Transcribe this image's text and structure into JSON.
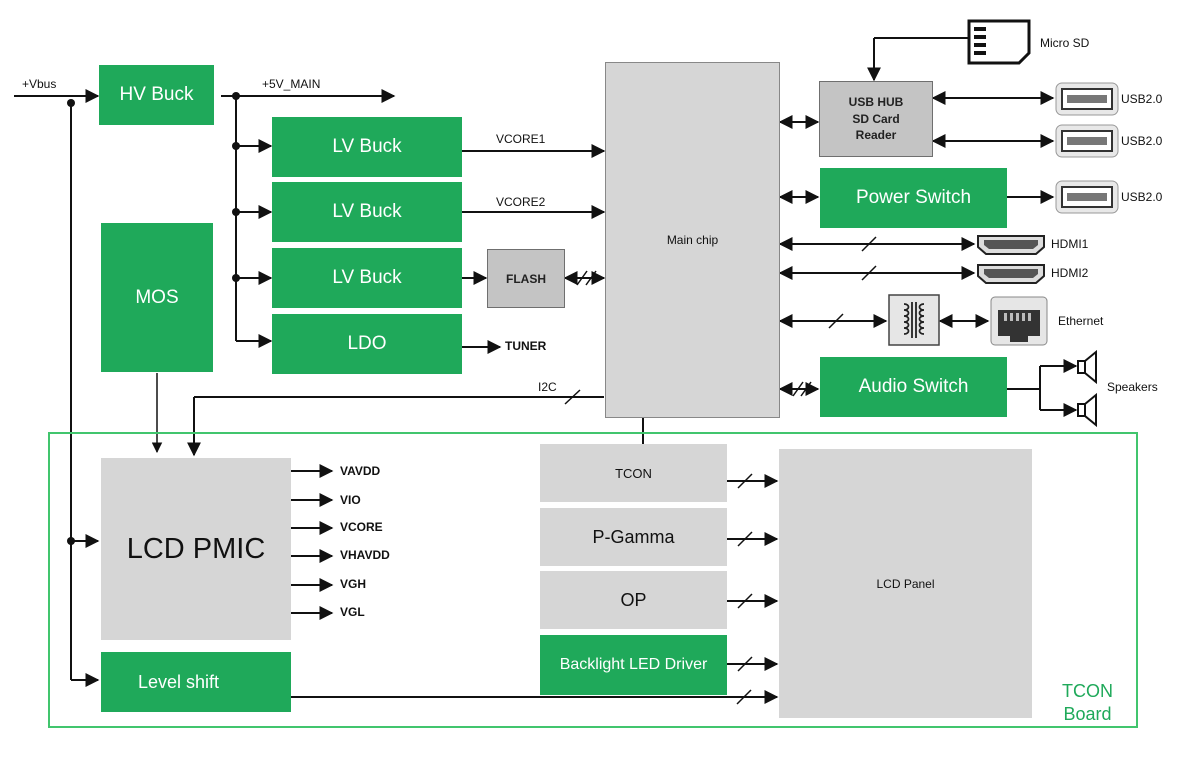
{
  "colors": {
    "green": "#1fa95a",
    "gray": "#d6d6d6",
    "frame": "#41c56d",
    "tcon_text": "#1fa95a"
  },
  "blocks": {
    "hv_buck": "HV Buck",
    "lv_buck_1": "LV Buck",
    "lv_buck_2": "LV Buck",
    "lv_buck_3": "LV Buck",
    "ldo": "LDO",
    "mos": "MOS",
    "flash": "FLASH",
    "main_chip": "Main chip",
    "usb_hub": [
      "USB HUB",
      "SD Card",
      "Reader"
    ],
    "power_switch": "Power Switch",
    "audio_switch": "Audio Switch",
    "lcd_pmic": "LCD PMIC",
    "level_shift": "Level shift",
    "tcon": "TCON",
    "p_gamma": "P-Gamma",
    "op": "OP",
    "backlight": "Backlight LED Driver",
    "lcd_panel": "LCD Panel",
    "tcon_board": [
      "TCON",
      "Board"
    ]
  },
  "signals": {
    "vbus": "+Vbus",
    "main_5v": "+5V_MAIN",
    "vcore1": "VCORE1",
    "vcore2": "VCORE2",
    "tuner": "TUNER",
    "i2c": "I2C",
    "pmic_outputs": [
      "VAVDD",
      "VIO",
      "VCORE",
      "VHAVDD",
      "VGH",
      "VGL"
    ]
  },
  "peripherals": {
    "micro_sd": "Micro SD",
    "usb": [
      "USB2.0",
      "USB2.0",
      "USB2.0"
    ],
    "hdmi1": "HDMI1",
    "hdmi2": "HDMI2",
    "ethernet": "Ethernet",
    "speakers": "Speakers"
  },
  "icons": {
    "sd": "sd-card-icon",
    "usb": "usb-port-icon",
    "hdmi": "hdmi-port-icon",
    "transformer": "transformer-icon",
    "rj45": "ethernet-port-icon",
    "speaker": "speaker-icon"
  }
}
